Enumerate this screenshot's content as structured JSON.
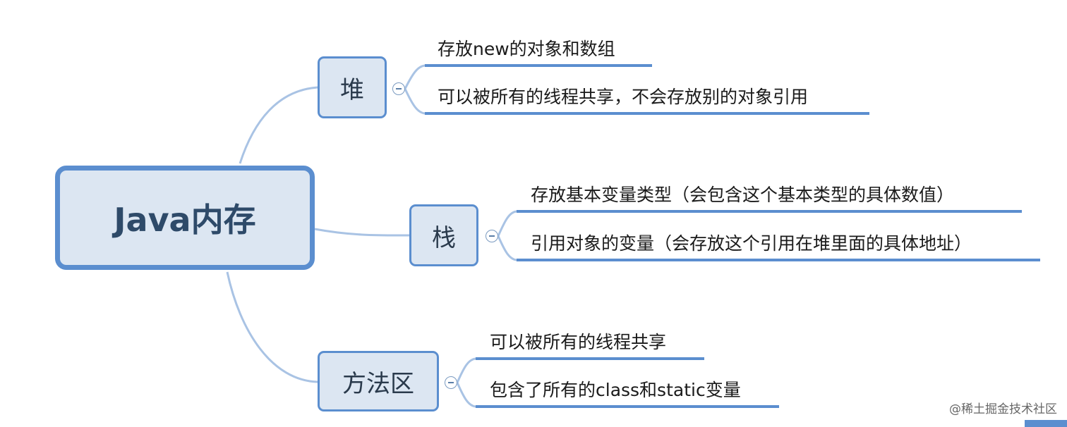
{
  "root": {
    "label": "Java内存"
  },
  "branches": [
    {
      "label": "堆",
      "items": [
        "存放new的对象和数组",
        "可以被所有的线程共享，不会存放别的对象引用"
      ]
    },
    {
      "label": "栈",
      "items": [
        "存放基本变量类型（会包含这个基本类型的具体数值）",
        "引用对象的变量（会存放这个引用在堆里面的具体地址）"
      ]
    },
    {
      "label": "方法区",
      "items": [
        "可以被所有的线程共享",
        "包含了所有的class和static变量"
      ]
    }
  ],
  "watermark": "@稀土掘金技术社区",
  "colors": {
    "node_fill": "#dce6f2",
    "node_border": "#5b8ecf",
    "connector": "#a9c3e4"
  }
}
